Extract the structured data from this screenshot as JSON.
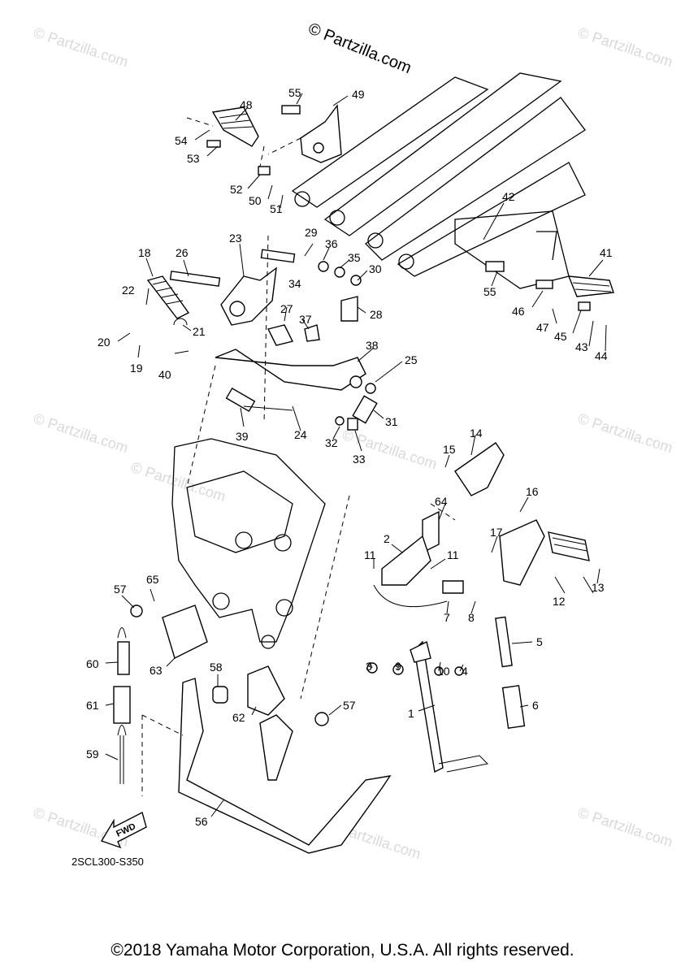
{
  "watermark": {
    "brand_text": "© Partzilla.com",
    "faint_texts": [
      "© Partzilla.com",
      "© Partzilla.com",
      "© Partzilla.com",
      "© Partzilla.com",
      "© Partzilla.com",
      "© Partzilla.com",
      "© Partzilla.com",
      "© Partzilla.com",
      "© Partzilla.com"
    ]
  },
  "diagram": {
    "code": "2SCL300-S350",
    "fwd_label": "FWD",
    "callouts": [
      "1",
      "2",
      "3",
      "4",
      "5",
      "6",
      "7",
      "8",
      "9",
      "10",
      "11",
      "11",
      "12",
      "13",
      "14",
      "15",
      "16",
      "17",
      "18",
      "19",
      "20",
      "21",
      "22",
      "23",
      "24",
      "25",
      "26",
      "27",
      "28",
      "29",
      "30",
      "31",
      "32",
      "33",
      "34",
      "35",
      "36",
      "37",
      "38",
      "39",
      "40",
      "41",
      "42",
      "43",
      "44",
      "45",
      "46",
      "47",
      "48",
      "49",
      "50",
      "51",
      "52",
      "53",
      "54",
      "55",
      "55",
      "56",
      "57",
      "57",
      "58",
      "59",
      "60",
      "61",
      "62",
      "63",
      "64",
      "65"
    ]
  },
  "footer": {
    "copyright": "©2018 Yamaha Motor Corporation, U.S.A. All rights reserved."
  }
}
